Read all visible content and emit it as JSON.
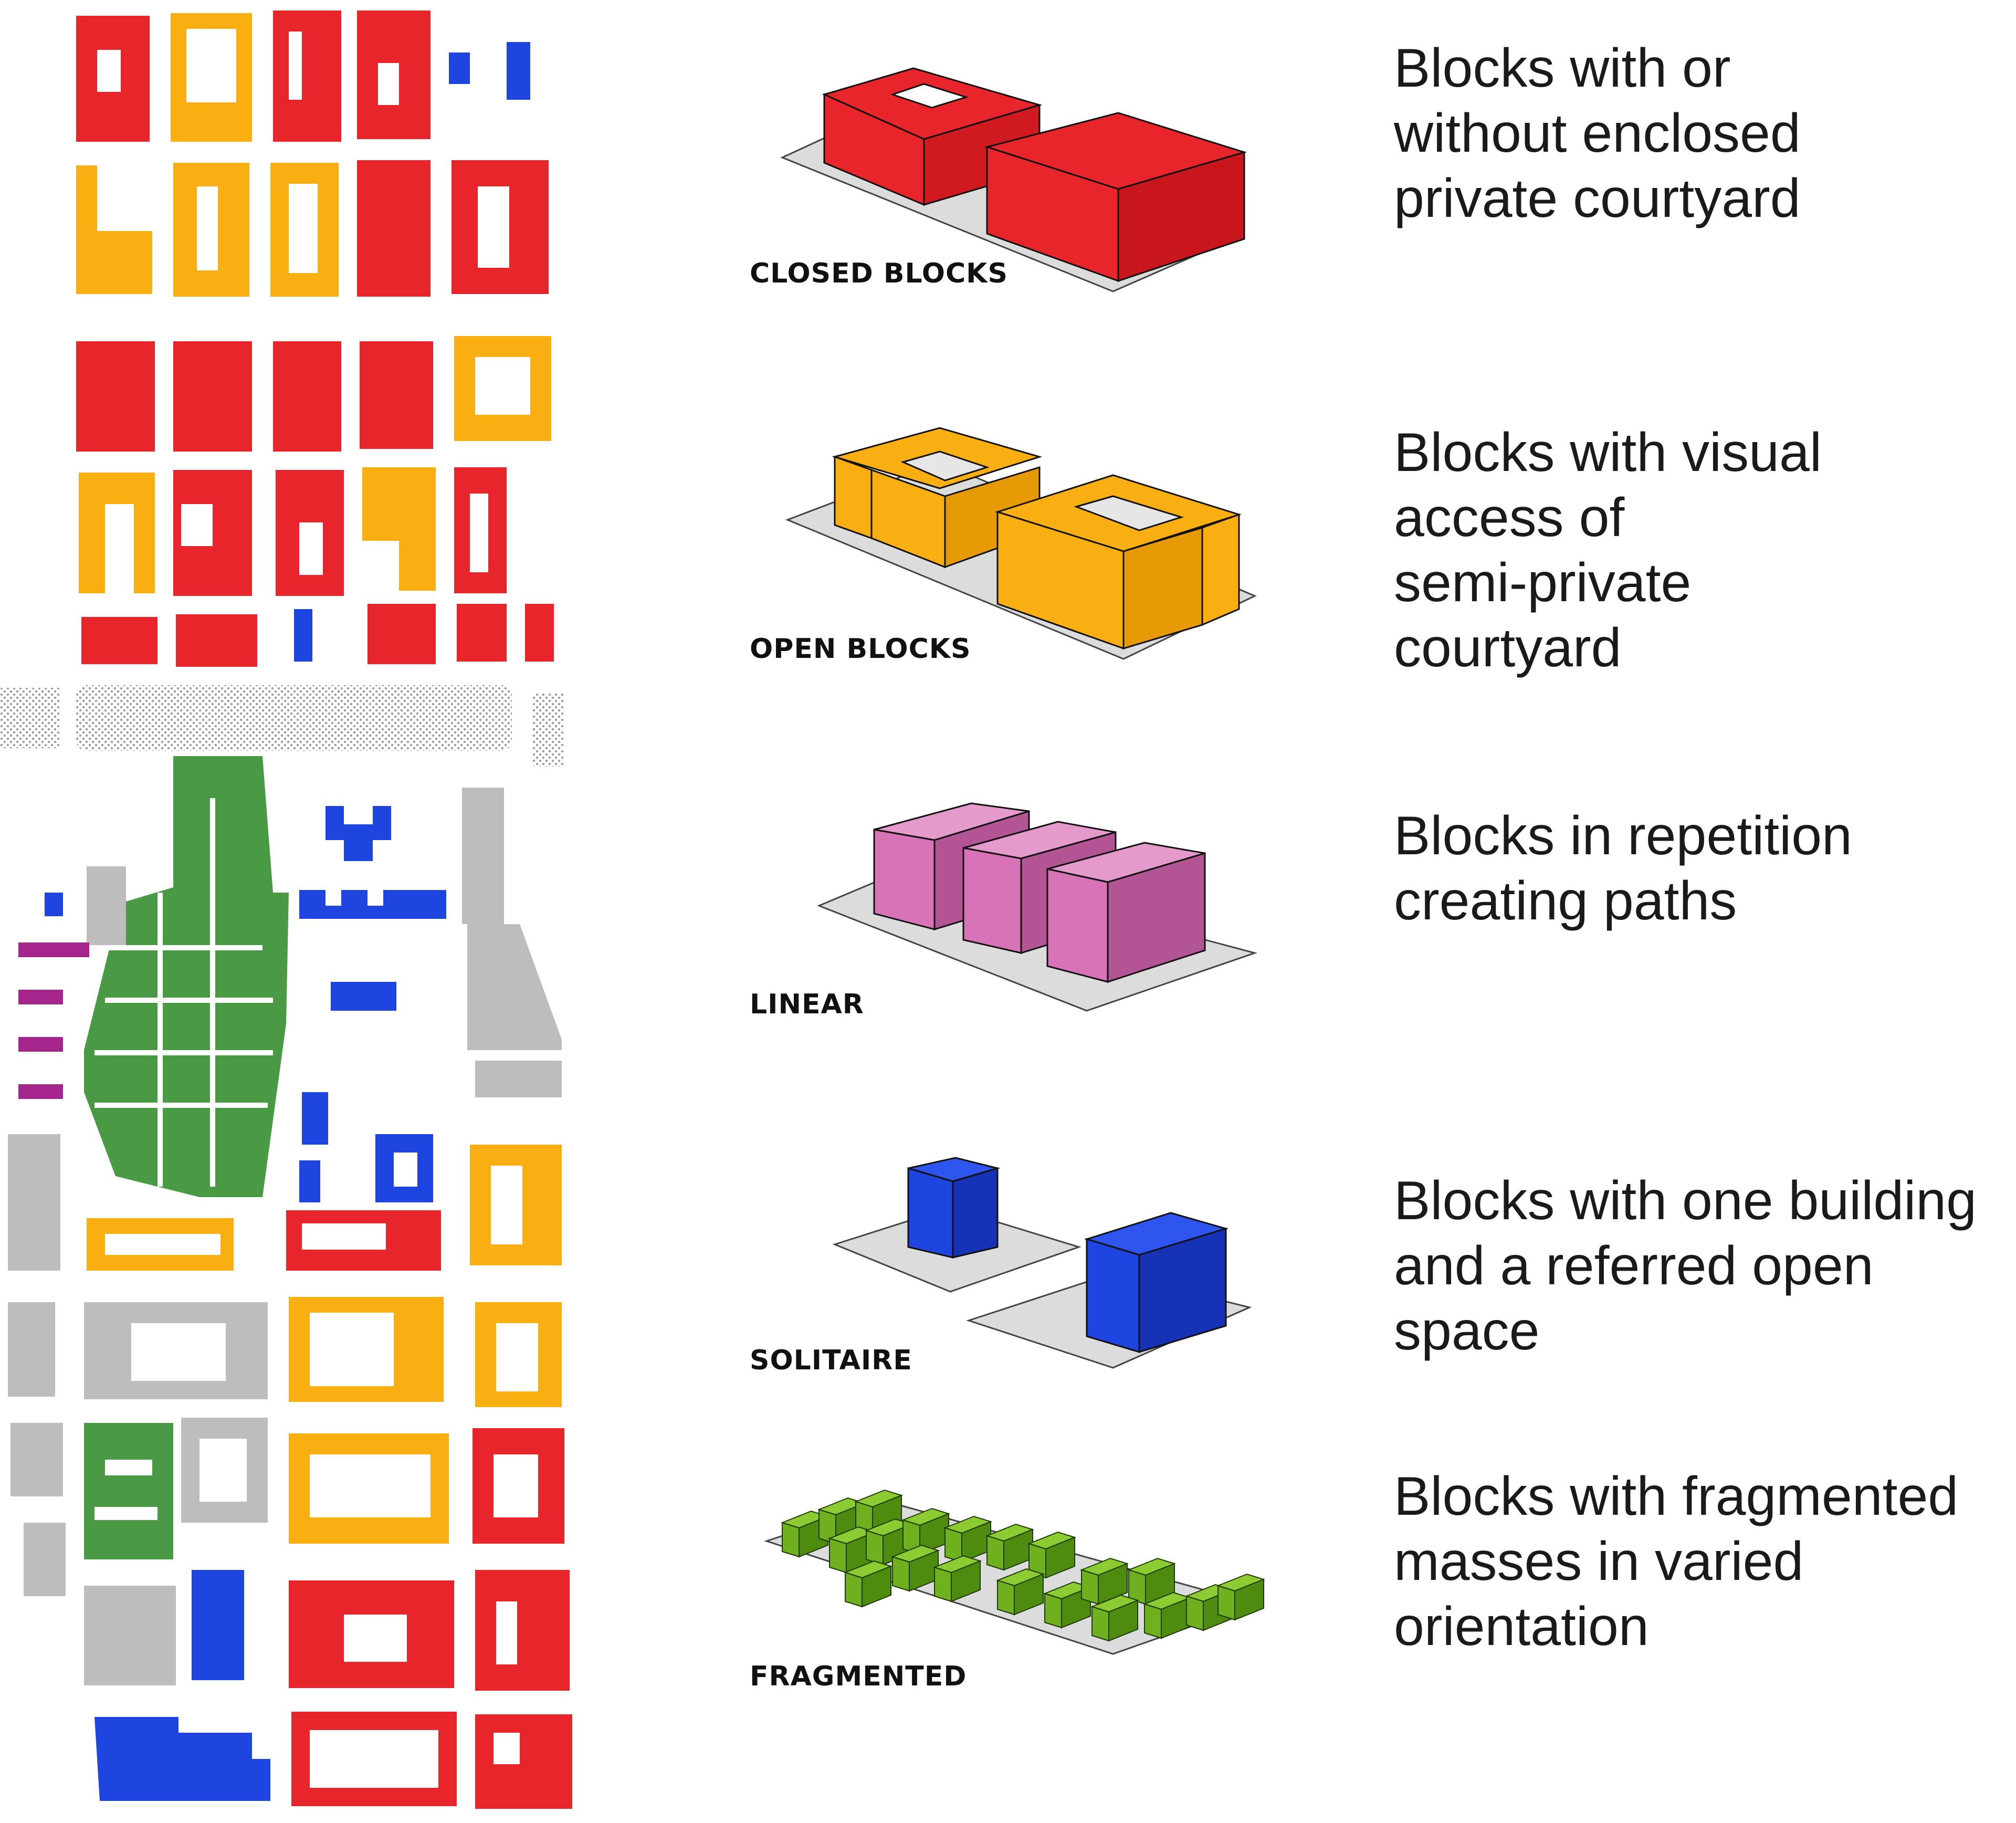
{
  "colors": {
    "closed": "#E8252B",
    "open": "#F9AE12",
    "linear": "#D873B7",
    "solitaire": "#1F45E0",
    "fragmented": "#6FB01E",
    "map_green": "#4A9A45",
    "map_gray": "#BDBDBD",
    "map_purple": "#A4268C",
    "map_dots": "#9A9A9A"
  },
  "typologies": [
    {
      "id": "closed",
      "label": "CLOSED BLOCKS",
      "description": [
        "Blocks with or",
        "without enclosed",
        "private courtyard"
      ]
    },
    {
      "id": "open",
      "label": "OPEN BLOCKS",
      "description": [
        "Blocks with visual",
        "access of",
        "semi-private",
        "courtyard"
      ]
    },
    {
      "id": "linear",
      "label": "LINEAR",
      "description": [
        "Blocks in repetition",
        "creating paths"
      ]
    },
    {
      "id": "solitaire",
      "label": "SOLITAIRE",
      "description": [
        "Blocks with one building",
        "and a referred open",
        "space"
      ]
    },
    {
      "id": "fragmented",
      "label": "FRAGMENTED",
      "description": [
        "Blocks with fragmented",
        "masses in varied",
        "orientation"
      ]
    }
  ]
}
